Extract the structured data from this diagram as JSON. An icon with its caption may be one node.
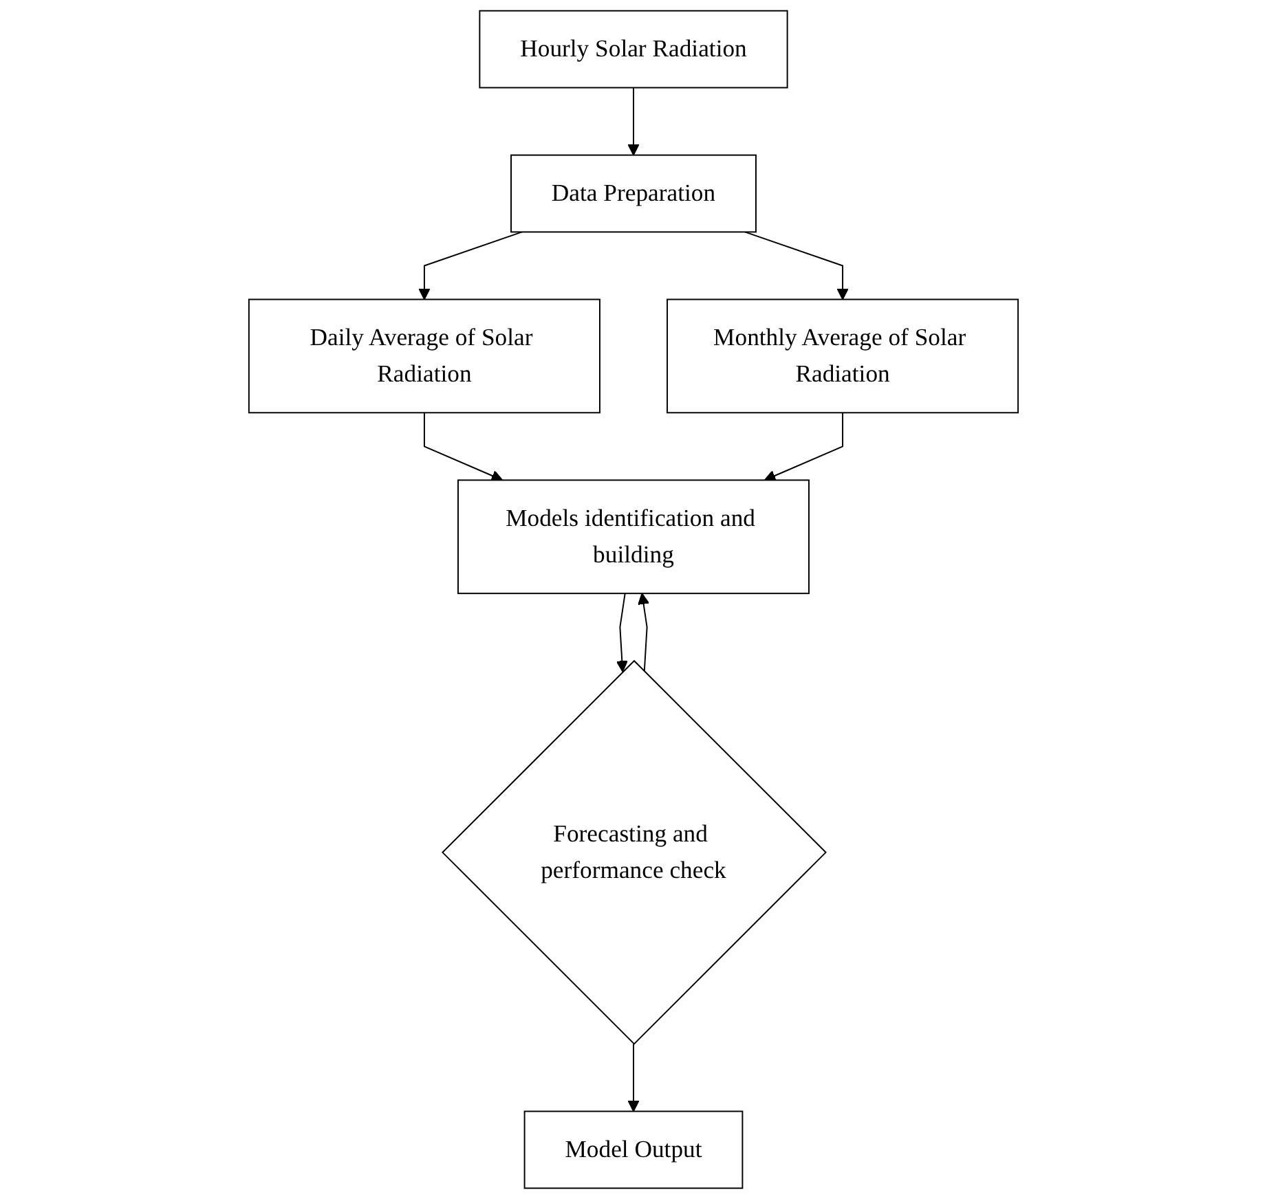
{
  "diagram": {
    "nodes": [
      {
        "text": [
          "Hourly Solar Radiation"
        ]
      },
      {
        "text": [
          "Data Preparation"
        ]
      },
      {
        "text": [
          "Daily Average of Solar Radiation"
        ]
      },
      {
        "text": [
          "Monthly Average of Solar Radiation"
        ]
      },
      {
        "text": [
          "Models identification and building"
        ]
      },
      {
        "text": [
          "Forecasting and performance check"
        ]
      },
      {
        "text": [
          "Model Output"
        ]
      }
    ],
    "edges": [
      {
        "from": 0,
        "to": 1,
        "arrow": "to"
      },
      {
        "from": 1,
        "to": 2,
        "arrow": "to"
      },
      {
        "from": 1,
        "to": 3,
        "arrow": "to"
      },
      {
        "from": 2,
        "to": 4,
        "arrow": "to"
      },
      {
        "from": 3,
        "to": 4,
        "arrow": "to"
      },
      {
        "from": 4,
        "to": 5,
        "arrow": "to"
      },
      {
        "from": 5,
        "to": 4,
        "arrow": "to"
      },
      {
        "from": 5,
        "to": 6,
        "arrow": "to"
      }
    ]
  }
}
